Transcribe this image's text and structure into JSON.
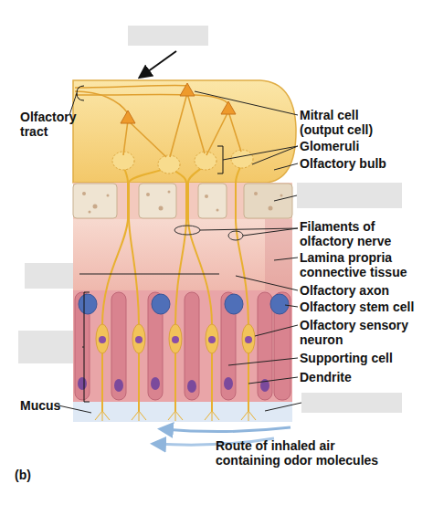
{
  "diagram": {
    "labels": [
      "Olfactory tract",
      "Mitral cell (output cell)",
      "Glomeruli",
      "Olfactory bulb",
      "Filaments of olfactory nerve",
      "Lamina propria connective tissue",
      "Olfactory axon",
      "Olfactory stem cell",
      "Olfactory sensory neuron",
      "Supporting cell",
      "Dendrite",
      "Mucus",
      "Route of inhaled air containing odor molecules",
      "(b)"
    ]
  }
}
